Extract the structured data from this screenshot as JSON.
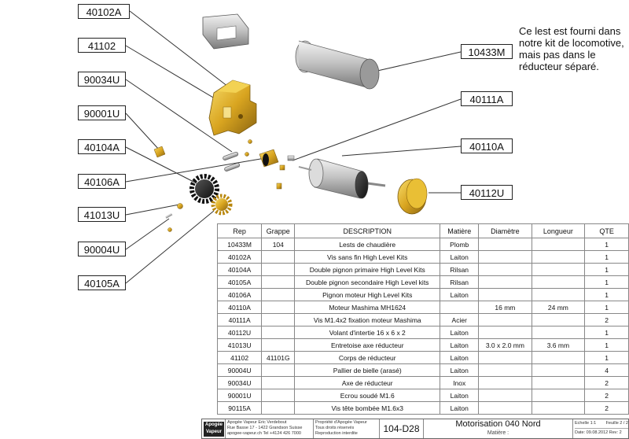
{
  "callouts": {
    "c40102A": "40102A",
    "c41102": "41102",
    "c90034U": "90034U",
    "c90001U": "90001U",
    "c40104A": "40104A",
    "c40106A": "40106A",
    "c41013U": "41013U",
    "c90004U": "90004U",
    "c40105A": "40105A",
    "c10433M": "10433M",
    "c40111A": "40111A",
    "c40110A": "40110A",
    "c40112U": "40112U"
  },
  "note": "Ce lest est fourni dans notre kit de locomotive, mais pas dans le réducteur séparé.",
  "table": {
    "headers": [
      "Rep",
      "Grappe",
      "DESCRIPTION",
      "Matière",
      "Diamètre",
      "Longueur",
      "QTE"
    ],
    "rows": [
      [
        "10433M",
        "104",
        "Lests de chaudière",
        "Plomb",
        "",
        "",
        "1"
      ],
      [
        "40102A",
        "",
        "Vis sans fin High Level Kits",
        "Laiton",
        "",
        "",
        "1"
      ],
      [
        "40104A",
        "",
        "Double pignon primaire High Level Kits",
        "Rilsan",
        "",
        "",
        "1"
      ],
      [
        "40105A",
        "",
        "Double pignon secondaire High Level kits",
        "Rilsan",
        "",
        "",
        "1"
      ],
      [
        "40106A",
        "",
        "Pignon moteur High Level Kits",
        "Laiton",
        "",
        "",
        "1"
      ],
      [
        "40110A",
        "",
        "Moteur Mashima MH1624",
        "",
        "16 mm",
        "24 mm",
        "1"
      ],
      [
        "40111A",
        "",
        "Vis M1.4x2 fixation moteur Mashima",
        "Acier",
        "",
        "",
        "2"
      ],
      [
        "40112U",
        "",
        "Volant d'intertie 16 x 6 x 2",
        "Laiton",
        "",
        "",
        "1"
      ],
      [
        "41013U",
        "",
        "Entretoise axe réducteur",
        "Laiton",
        "3.0 x 2.0 mm",
        "3.6 mm",
        "1"
      ],
      [
        "41102",
        "41101G",
        "Corps de réducteur",
        "Laiton",
        "",
        "",
        "1"
      ],
      [
        "90004U",
        "",
        "Pallier de bielle (arasé)",
        "Laiton",
        "",
        "",
        "4"
      ],
      [
        "90034U",
        "",
        "Axe de réducteur",
        "Inox",
        "",
        "",
        "2"
      ],
      [
        "90001U",
        "",
        "Ecrou soudé M1.6",
        "Laiton",
        "",
        "",
        "2"
      ],
      [
        "90115A",
        "",
        "Vis tête bombée M1.6x3",
        "Laiton",
        "",
        "",
        "2"
      ]
    ]
  },
  "title_block": {
    "logo_line1": "Apogée",
    "logo_line2": "Vapeur",
    "company_line1": "Apogée Vapeur Eric Verdebout",
    "company_line2": "Rue Basse 17 - 1422 Grandson Suisse",
    "company_line3": "apogee-vapeur.ch Tel +4124 426 7000",
    "rights_line1": "Propriété d'Apogée Vapeur",
    "rights_line2": "Tous droits réservés",
    "rights_line3": "Reproduction interdite",
    "drawing_number": "104-D28",
    "title": "Motorisation 040 Nord",
    "material_label": "Matière :",
    "scale": "Echelle 1:1",
    "sheet": "Feuille 2 / 2",
    "date": "Date: 09.08.2012 Rev: 2"
  },
  "colors": {
    "brass": "#d9a520",
    "brass_dark": "#8a6410",
    "steel": "#b8b8b8",
    "steel_dark": "#6e6e6e",
    "leader": "#333333"
  }
}
